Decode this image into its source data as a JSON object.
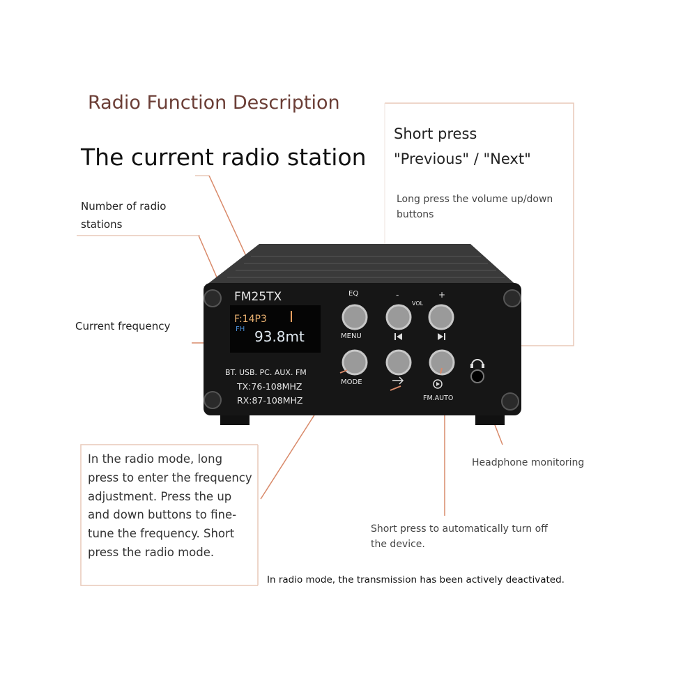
{
  "header": {
    "title": "Radio Function Description",
    "current_station": "The current radio station"
  },
  "callouts": {
    "number_of_stations": "Number of radio stations",
    "current_frequency": "Current frequency",
    "short_press_line1": "Short press",
    "short_press_line2": "\"Previous\" / \"Next\"",
    "long_press_volume": "Long press the volume up/down buttons",
    "headphone_monitoring": "Headphone monitoring",
    "auto_off": "Short press to automatically turn off the device.",
    "radio_mode_description": "In the radio mode, long press to enter the frequency adjustment. Press the up and down buttons to fine-tune the frequency. Short press the radio mode.",
    "transmission_note": "In radio mode, the transmission has been actively deactivated."
  },
  "device": {
    "model": "FM25TX",
    "station_line": "F:14P3",
    "fh_label": "FH",
    "frequency": "93.8mt",
    "eq_label": "EQ",
    "menu_label": "MENU",
    "mode_label": "MODE",
    "vol_label": "VOL",
    "minus_label": "-",
    "plus_label": "+",
    "fm_auto_label": "FM.AUTO",
    "sources": "BT. USB. PC. AUX. FM",
    "tx_range": "TX:76-108MHZ",
    "rx_range": "RX:87-108MHZ"
  },
  "colors": {
    "accent_line": "#d98a6a",
    "title_color": "#6b3e36",
    "bracket_line": "#e8c9b8",
    "device_body": "#1a1a1a"
  }
}
